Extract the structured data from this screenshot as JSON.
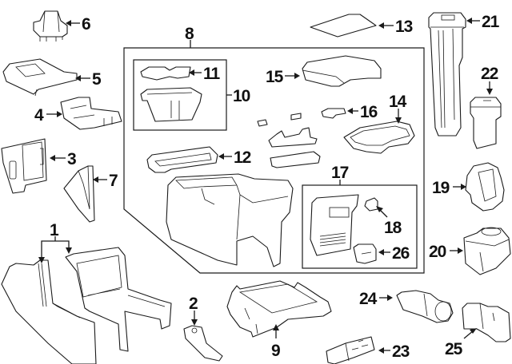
{
  "diagram": {
    "title": "Center console exploded parts diagram",
    "callouts": {
      "c1": "1",
      "c2": "2",
      "c3": "3",
      "c4": "4",
      "c5": "5",
      "c6": "6",
      "c7": "7",
      "c8": "8",
      "c9": "9",
      "c10": "10",
      "c11": "11",
      "c12": "12",
      "c13": "13",
      "c14": "14",
      "c15": "15",
      "c16": "16",
      "c17": "17",
      "c18": "18",
      "c19": "19",
      "c20": "20",
      "c21": "21",
      "c22": "22",
      "c23": "23",
      "c24": "24",
      "c25": "25",
      "c26": "26"
    },
    "groups": {
      "assembly_8": [
        "10",
        "11",
        "12",
        "14",
        "15",
        "16",
        "17",
        "18",
        "26"
      ],
      "subassembly_10": [
        "11"
      ],
      "subassembly_17": [
        "18",
        "26"
      ],
      "callout_1_targets": 2
    }
  }
}
